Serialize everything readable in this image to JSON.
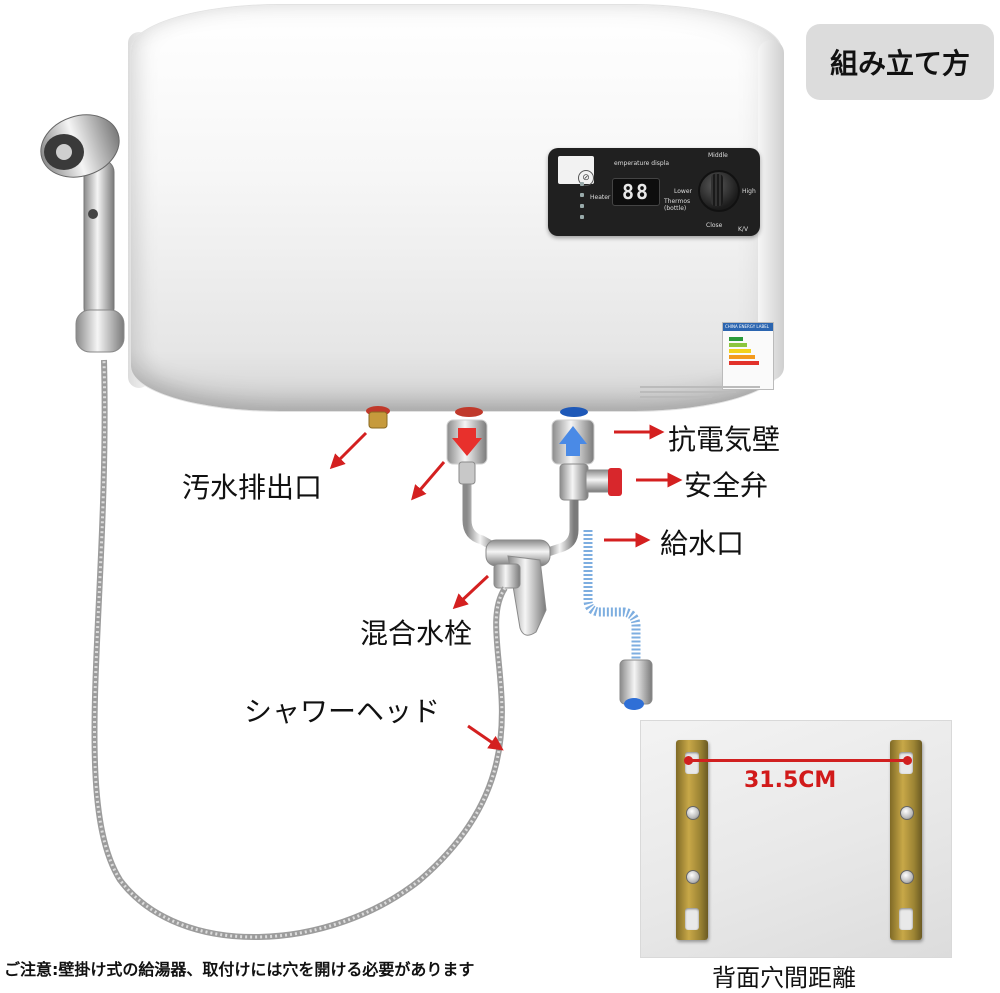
{
  "header": {
    "title": "組み立て方"
  },
  "heater": {
    "display_digits": "88",
    "panel_texts": {
      "display_label": "emperature displa",
      "heater": "Heater",
      "thermos": "Thermos (bottle)",
      "lower": "Lower",
      "middle": "Middle",
      "high": "High",
      "close": "Close",
      "kv": "K/V"
    },
    "energy_label_title": "CHINA ENERGY LABEL"
  },
  "labels": {
    "drain": "汚水排出口",
    "anti_electric_wall": "抗電気壁",
    "safety_valve": "安全弁",
    "water_inlet": "給水口",
    "mixing_faucet": "混合水栓",
    "shower_head": "シャワーヘッド"
  },
  "colors": {
    "arrow_red": "#d42020",
    "hot_marker": "#e8302c",
    "cold_marker": "#2f6fd6",
    "dimension_red": "#d11a1a"
  },
  "mounting": {
    "distance": "31.5CM",
    "caption": "背面穴間距離"
  },
  "note": "ご注意:壁掛け式の給湯器、取付けには穴を開ける必要があります"
}
